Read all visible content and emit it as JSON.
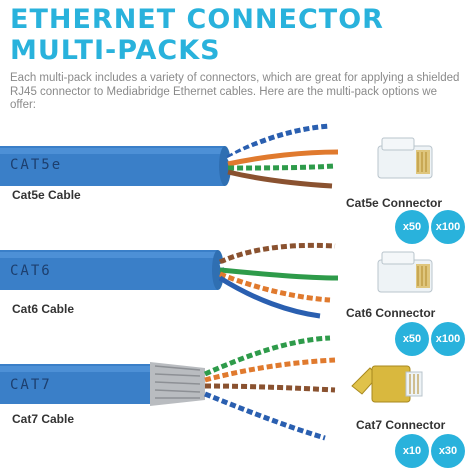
{
  "title": {
    "line1": "ETHERNET CONNECTOR",
    "line2": "MULTI-PACKS"
  },
  "intro": "Each multi-pack includes a variety of connectors, which are great for applying a shielded RJ45 connector to Mediabridge Ethernet cables. Here are the multi-pack options we offer:",
  "colors": {
    "accent": "#29b2dc",
    "cable": "#3a7fc8"
  },
  "products": [
    {
      "stamp": "CAT5e",
      "cable_label": "Cat5e Cable",
      "connector_label": "Cat5e Connector",
      "packs": [
        "x50",
        "x100"
      ]
    },
    {
      "stamp": "CAT6",
      "cable_label": "Cat6 Cable",
      "connector_label": "Cat6 Connector",
      "packs": [
        "x50",
        "x100"
      ]
    },
    {
      "stamp": "CAT7",
      "cable_label": "Cat7 Cable",
      "connector_label": "Cat7 Connector",
      "packs": [
        "x10",
        "x30"
      ]
    }
  ]
}
